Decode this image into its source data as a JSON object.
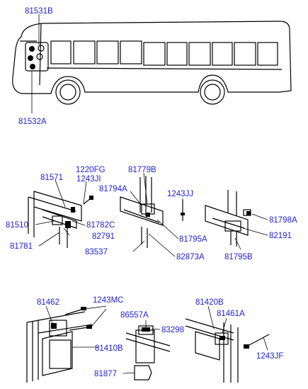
{
  "labels": {
    "bus_top": "81531B",
    "bus_bottom": "81532A",
    "g1_a": "1220FG",
    "g1_b": "1243JI",
    "g1_c": "81571",
    "g1_d": "81510",
    "g1_e": "81782C",
    "g1_f": "82791",
    "g1_g": "81781",
    "g2_a": "81779B",
    "g2_b": "81794A",
    "g2_c": "81795A",
    "g2_d": "83537",
    "g2_e": "82873A",
    "g3_a": "1243JJ",
    "g3_b": "81798A",
    "g3_c": "82191",
    "g3_d": "81795B",
    "g4_a": "81462",
    "g4_b": "1243MC",
    "g4_c": "81410B",
    "g5_a": "86557A",
    "g5_b": "83298",
    "g5_c": "81877",
    "g6_a": "81420B",
    "g6_b": "81461A",
    "g6_c": "1243JF"
  }
}
